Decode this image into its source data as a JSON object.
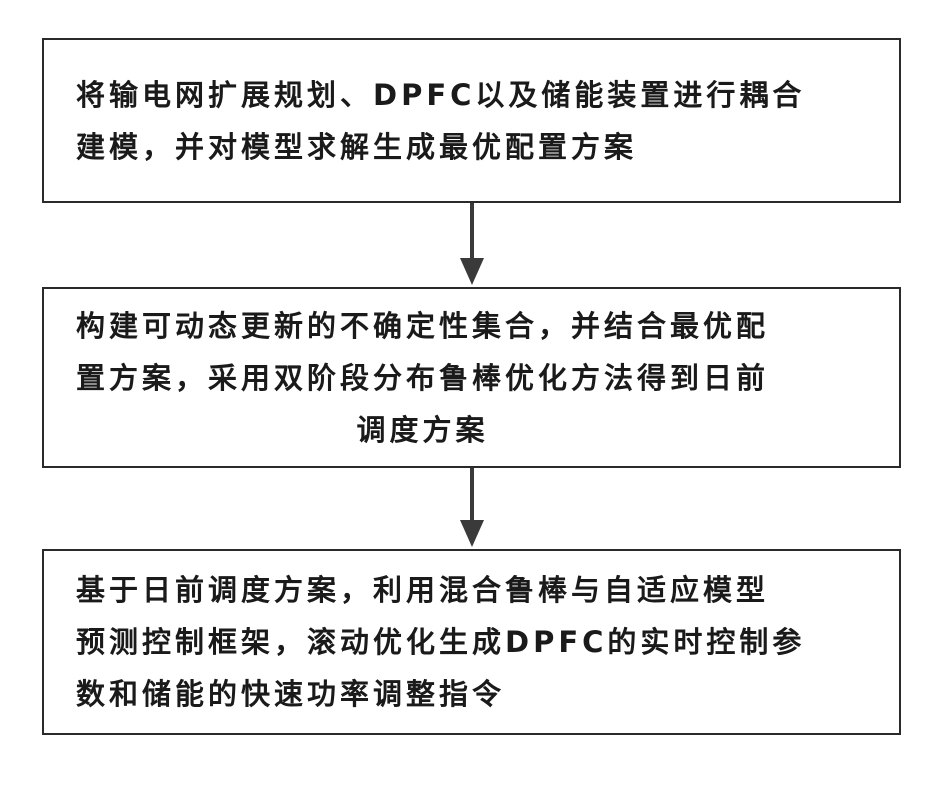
{
  "flowchart": {
    "steps": [
      {
        "lines": [
          "将输电网扩展规划、DPFC以及储能装置进行耦合",
          "建模，并对模型求解生成最优配置方案"
        ]
      },
      {
        "lines": [
          "构建可动态更新的不确定性集合，并结合最优配",
          "置方案，采用双阶段分布鲁棒优化方法得到日前",
          "调度方案"
        ]
      },
      {
        "lines": [
          "基于日前调度方案，利用混合鲁棒与自适应模型",
          "预测控制框架，滚动优化生成DPFC的实时控制参",
          "数和储能的快速功率调整指令"
        ]
      }
    ],
    "arrow_color": "#3a3a3a",
    "border_color": "#2a2a2a"
  }
}
